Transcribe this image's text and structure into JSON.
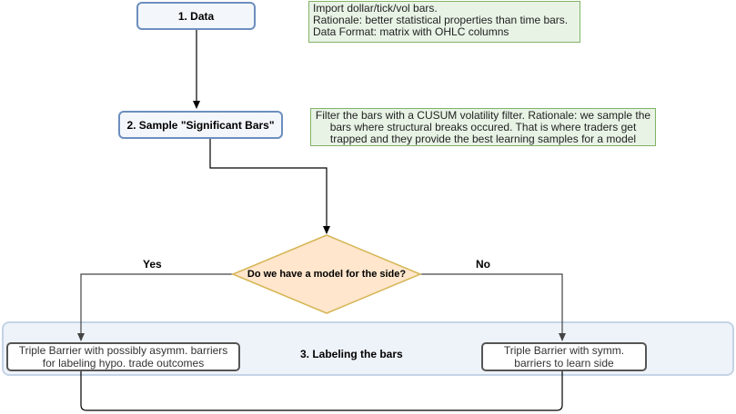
{
  "nodes": {
    "data": "1. Data",
    "sample": "2. Sample \"Significant Bars\"",
    "decision": "Do we have a model for the side?",
    "labeling": "3. Labeling the bars",
    "left_leaf": [
      "Triple Barrier with possibly asymm. barriers",
      "for labeling hypo. trade outcomes"
    ],
    "right_leaf": [
      "Triple Barrier with symm.",
      "barriers to learn side"
    ]
  },
  "notes": {
    "data_note": [
      "Import dollar/tick/vol bars.",
      "Rationale: better statistical properties  than time bars.",
      "Data Format: matrix with OHLC columns"
    ],
    "sample_note": [
      "Filter the bars with a CUSUM volatility filter. Rationale: we sample the",
      "bars where structural breaks occured. That is where traders get",
      "trapped and they provide the best learning samples for a model"
    ]
  },
  "edge_labels": {
    "yes": "Yes",
    "no": "No"
  },
  "colors": {
    "node_border": "#6c8ebf",
    "note_border": "#82b366",
    "diamond_fill": "#ffe6cc",
    "diamond_border": "#d6b656",
    "lane_border": "#c4d3e6"
  }
}
